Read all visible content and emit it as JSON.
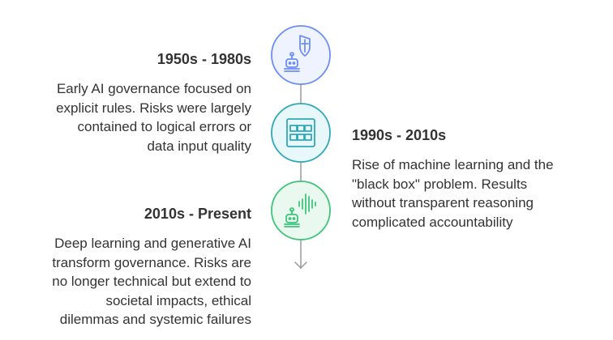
{
  "timeline": {
    "events": [
      {
        "period": "1950s - 1980s",
        "description_lines": [
          "Early AI governance focused on",
          "explicit rules. Risks were largely",
          "contained to logical errors or",
          "data input quality"
        ],
        "icon": "robot-shield-icon",
        "color": "#6c8ef5",
        "fill": "#eef3ff"
      },
      {
        "period": "1990s - 2010s",
        "description_lines": [
          "Rise of machine learning and the",
          "\"black box\" problem. Results",
          "without transparent reasoning",
          "complicated accountability"
        ],
        "icon": "black-box-grid-icon",
        "color": "#2fa8b8",
        "fill": "#e8f7f9"
      },
      {
        "period": "2010s - Present",
        "description_lines": [
          "Deep learning and generative AI",
          "transform governance. Risks are",
          "no longer technical but extend to",
          "societal impacts, ethical",
          "dilemmas and systemic failures"
        ],
        "icon": "robot-soundwave-icon",
        "color": "#3fc47a",
        "fill": "#eaf9f0"
      }
    ],
    "line_color": "#9a9a9a"
  }
}
